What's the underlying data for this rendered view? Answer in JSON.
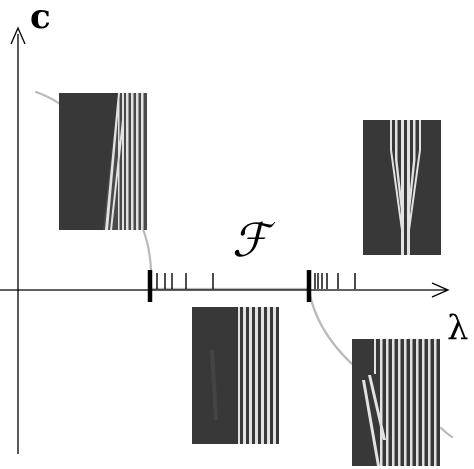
{
  "axes": {
    "y_label": "c",
    "x_label": "λ",
    "set_label": "ℱ"
  },
  "colors": {
    "axis": "#000000",
    "curve": "#b9b9b9",
    "panel_background": "#383838",
    "stripe": "#e2e2e2",
    "tick": "#000000"
  },
  "panels": [
    {
      "name": "panel-upper-left"
    },
    {
      "name": "panel-upper-right"
    },
    {
      "name": "panel-lower-middle"
    },
    {
      "name": "panel-lower-right"
    }
  ]
}
